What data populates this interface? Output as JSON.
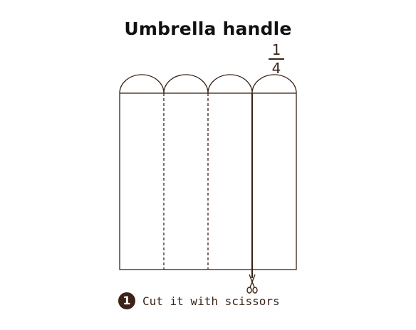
{
  "title": "Umbrella handle",
  "fraction": {
    "numerator": "1",
    "denominator": "4"
  },
  "step": {
    "number": "1",
    "text": "Cut it with scissors"
  },
  "colors": {
    "line": "#3b2417",
    "title": "#111111",
    "badge": "#3b2417"
  },
  "icons": {
    "cut_marker": "scissors-icon"
  }
}
